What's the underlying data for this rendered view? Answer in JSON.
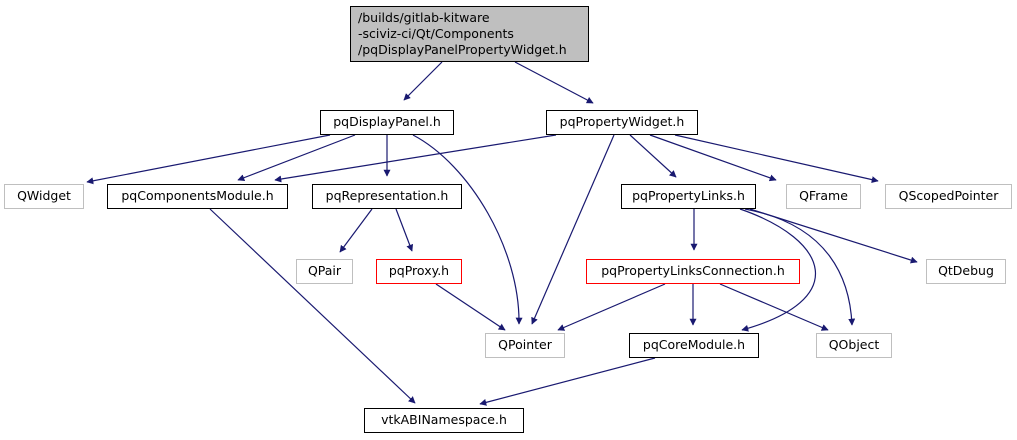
{
  "title": "Include dependency graph for pqDisplayPanelPropertyWidget.h",
  "colors": {
    "edge": "#191970",
    "root_fill": "#bfbfbf",
    "internal_border": "#000000",
    "external_border": "#bfbfbf",
    "missing_border": "#ff0000"
  },
  "root": {
    "lines": [
      "/builds/gitlab-kitware",
      "-sciviz-ci/Qt/Components",
      "/pqDisplayPanelPropertyWidget.h"
    ]
  },
  "nodes": {
    "pqDisplayPanel": {
      "label": "pqDisplayPanel.h",
      "kind": "internal"
    },
    "pqPropertyWidget": {
      "label": "pqPropertyWidget.h",
      "kind": "internal"
    },
    "QWidget": {
      "label": "QWidget",
      "kind": "external"
    },
    "pqComponentsModule": {
      "label": "pqComponentsModule.h",
      "kind": "internal"
    },
    "pqRepresentation": {
      "label": "pqRepresentation.h",
      "kind": "internal"
    },
    "pqPropertyLinks": {
      "label": "pqPropertyLinks.h",
      "kind": "internal"
    },
    "QFrame": {
      "label": "QFrame",
      "kind": "external"
    },
    "QScopedPointer": {
      "label": "QScopedPointer",
      "kind": "external"
    },
    "QPair": {
      "label": "QPair",
      "kind": "external"
    },
    "pqProxy": {
      "label": "pqProxy.h",
      "kind": "missing"
    },
    "pqPropertyLinksConnection": {
      "label": "pqPropertyLinksConnection.h",
      "kind": "missing"
    },
    "QtDebug": {
      "label": "QtDebug",
      "kind": "external"
    },
    "QPointer": {
      "label": "QPointer",
      "kind": "external"
    },
    "pqCoreModule": {
      "label": "pqCoreModule.h",
      "kind": "internal"
    },
    "QObject": {
      "label": "QObject",
      "kind": "external"
    },
    "vtkABINamespace": {
      "label": "vtkABINamespace.h",
      "kind": "internal"
    }
  },
  "edges": [
    [
      "root",
      "pqDisplayPanel"
    ],
    [
      "root",
      "pqPropertyWidget"
    ],
    [
      "pqDisplayPanel",
      "QWidget"
    ],
    [
      "pqDisplayPanel",
      "pqComponentsModule"
    ],
    [
      "pqDisplayPanel",
      "pqRepresentation"
    ],
    [
      "pqDisplayPanel",
      "QPointer"
    ],
    [
      "pqPropertyWidget",
      "pqComponentsModule"
    ],
    [
      "pqPropertyWidget",
      "pqPropertyLinks"
    ],
    [
      "pqPropertyWidget",
      "QFrame"
    ],
    [
      "pqPropertyWidget",
      "QScopedPointer"
    ],
    [
      "pqPropertyWidget",
      "QPointer"
    ],
    [
      "pqComponentsModule",
      "vtkABINamespace"
    ],
    [
      "pqRepresentation",
      "QPair"
    ],
    [
      "pqRepresentation",
      "pqProxy"
    ],
    [
      "pqProxy",
      "QPointer"
    ],
    [
      "pqPropertyLinks",
      "pqPropertyLinksConnection"
    ],
    [
      "pqPropertyLinks",
      "QtDebug"
    ],
    [
      "pqPropertyLinks",
      "pqCoreModule"
    ],
    [
      "pqPropertyLinks",
      "QObject"
    ],
    [
      "pqPropertyLinksConnection",
      "QPointer"
    ],
    [
      "pqPropertyLinksConnection",
      "pqCoreModule"
    ],
    [
      "pqPropertyLinksConnection",
      "QObject"
    ],
    [
      "pqCoreModule",
      "vtkABINamespace"
    ]
  ]
}
